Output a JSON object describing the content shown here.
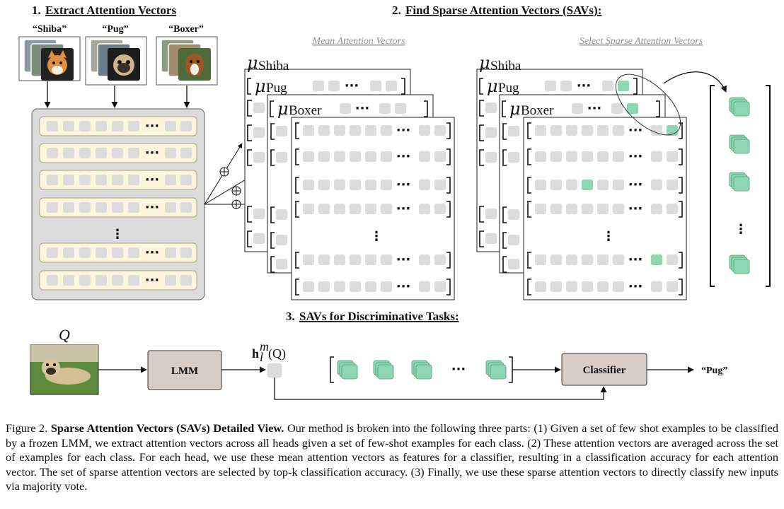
{
  "section1": {
    "number": "1.",
    "title": "Extract Attention Vectors"
  },
  "section2": {
    "number": "2.",
    "title": "Find Sparse Attention Vectors (SAVs):"
  },
  "section3": {
    "number": "3.",
    "title": "SAVs for Discriminative Tasks:"
  },
  "classes": [
    "“Shiba”",
    "“Pug”",
    "“Boxer”"
  ],
  "mean_title": "Mean Attention Vectors",
  "select_title": "Select Sparse Attention Vectors",
  "mu": {
    "symbol": "μ",
    "shiba": "Shiba",
    "pug": "Pug",
    "boxer": "Boxer"
  },
  "ellipsis": "···",
  "vdots": "⋮",
  "query_label": "Q",
  "lmm_label": "LMM",
  "classifier_label": "Classifier",
  "output_label": "“Pug”",
  "head_symbol": {
    "h": "h",
    "sup": "m",
    "sub": "l",
    "arg": "(Q)"
  },
  "colors": {
    "cell": "#dcdcdc",
    "row_fill": "#fbf6dc",
    "panel": "#dcdcdc",
    "sav": "#8fd6b3",
    "box": "#d7cdc4"
  },
  "caption": {
    "figure_label": "Figure 2.",
    "bold_title": "Sparse Attention Vectors (SAVs) Detailed View.",
    "body": "Our method is broken into the following three parts: (1) Given a set of few shot examples to be classified by a frozen LMM, we extract attention vectors across all heads given a set of few-shot examples for each class. (2) These attention vectors are averaged across the set of examples for each class. For each head, we use these mean attention vectors as features for a classifier, resulting in a classification accuracy for each attention vector. The set of sparse attention vectors are selected by top-k classification accuracy. (3) Finally, we use these sparse attention vectors to directly classify new inputs via majority vote."
  }
}
